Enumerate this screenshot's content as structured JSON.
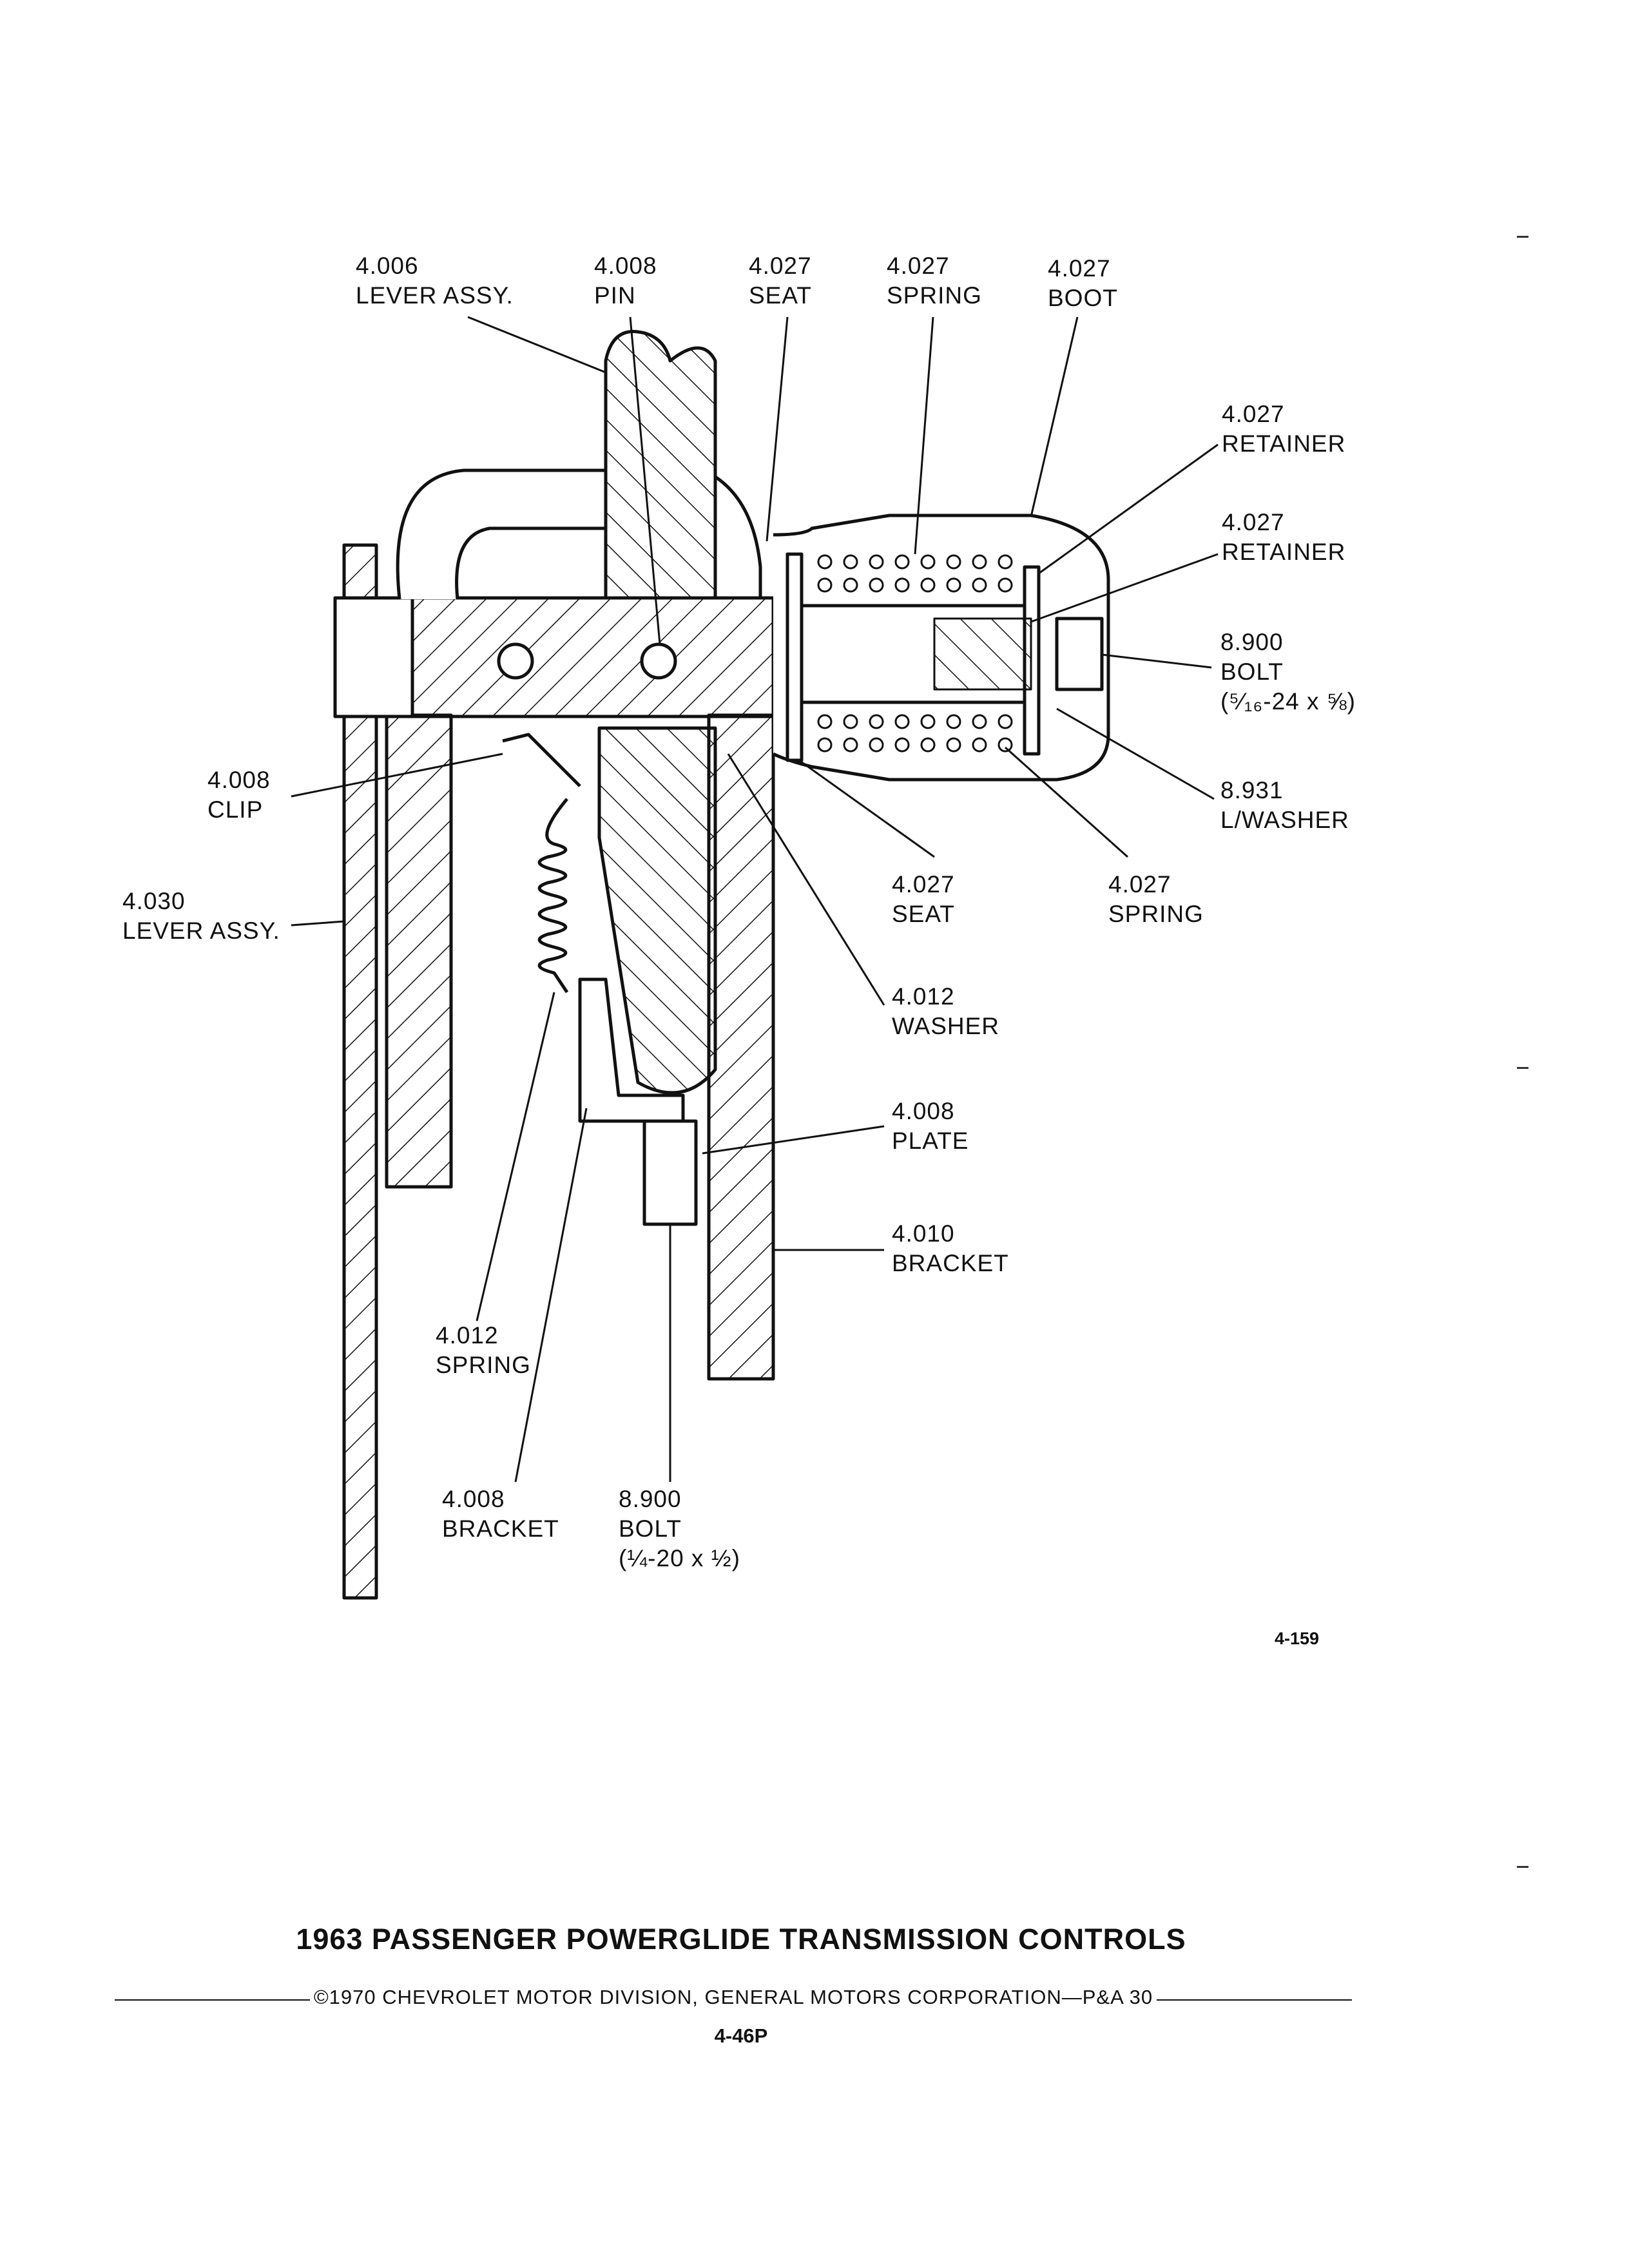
{
  "labels": {
    "lever_assy_top": {
      "num": "4.006",
      "name": "LEVER ASSY."
    },
    "pin": {
      "num": "4.008",
      "name": "PIN"
    },
    "seat_top": {
      "num": "4.027",
      "name": "SEAT"
    },
    "spring_top": {
      "num": "4.027",
      "name": "SPRING"
    },
    "boot": {
      "num": "4.027",
      "name": "BOOT"
    },
    "retainer_1": {
      "num": "4.027",
      "name": "RETAINER"
    },
    "retainer_2": {
      "num": "4.027",
      "name": "RETAINER"
    },
    "bolt_top": {
      "num": "8.900",
      "name": "BOLT",
      "size": "(⁵⁄₁₆-24 x ⅝)"
    },
    "lock_washer": {
      "num": "8.931",
      "name": "L/WASHER"
    },
    "seat_bottom": {
      "num": "4.027",
      "name": "SEAT"
    },
    "spring_bottom": {
      "num": "4.027",
      "name": "SPRING"
    },
    "clip": {
      "num": "4.008",
      "name": "CLIP"
    },
    "lever_assy_left": {
      "num": "4.030",
      "name": "LEVER ASSY."
    },
    "washer": {
      "num": "4.012",
      "name": "WASHER"
    },
    "plate": {
      "num": "4.008",
      "name": "PLATE"
    },
    "bracket_right": {
      "num": "4.010",
      "name": "BRACKET"
    },
    "spring_lower": {
      "num": "4.012",
      "name": "SPRING"
    },
    "bracket_lower": {
      "num": "4.008",
      "name": "BRACKET"
    },
    "bolt_bottom": {
      "num": "8.900",
      "name": "BOLT",
      "size": "(¼-20 x ½)"
    }
  },
  "figure_number": "4-159",
  "title": "1963 PASSENGER POWERGLIDE TRANSMISSION CONTROLS",
  "copyright": "©1970 CHEVROLET MOTOR DIVISION, GENERAL MOTORS CORPORATION—P&A 30",
  "page_number": "4-46P"
}
